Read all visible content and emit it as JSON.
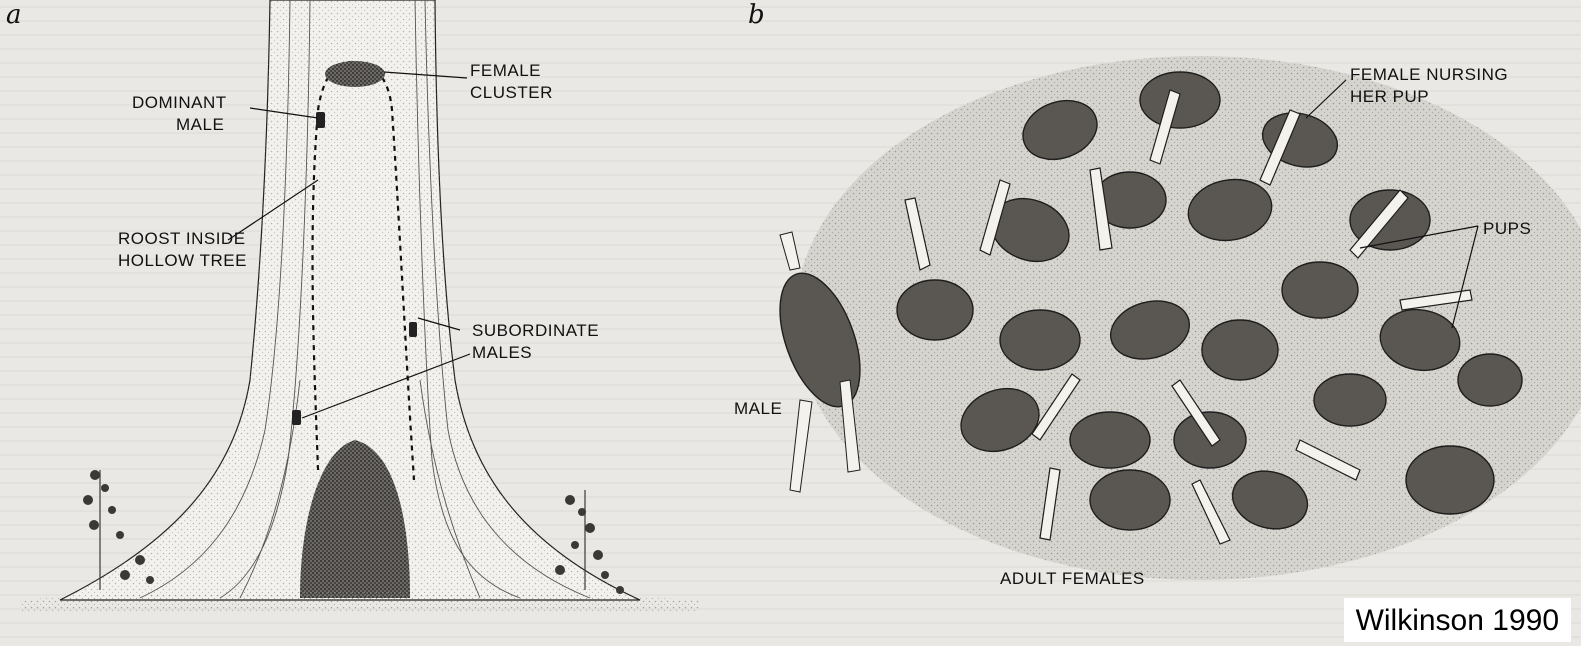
{
  "panel_a": {
    "letter": "a",
    "labels": {
      "female_cluster_1": "FEMALE",
      "female_cluster_2": "CLUSTER",
      "dominant_male_1": "DOMINANT",
      "dominant_male_2": "MALE",
      "roost_1": "ROOST INSIDE",
      "roost_2": "HOLLOW TREE",
      "subordinate_1": "SUBORDINATE",
      "subordinate_2": "MALES"
    }
  },
  "panel_b": {
    "letter": "b",
    "labels": {
      "nursing_1": "FEMALE NURSING",
      "nursing_2": "HER PUP",
      "pups": "PUPS",
      "male": "MALE",
      "adult_females": "ADULT FEMALES"
    }
  },
  "credit": "Wilkinson 1990",
  "colors": {
    "background": "#e9e8e4",
    "ink": "#111111",
    "stipple": "#bdbab3",
    "bat_body": "#5a5752"
  }
}
